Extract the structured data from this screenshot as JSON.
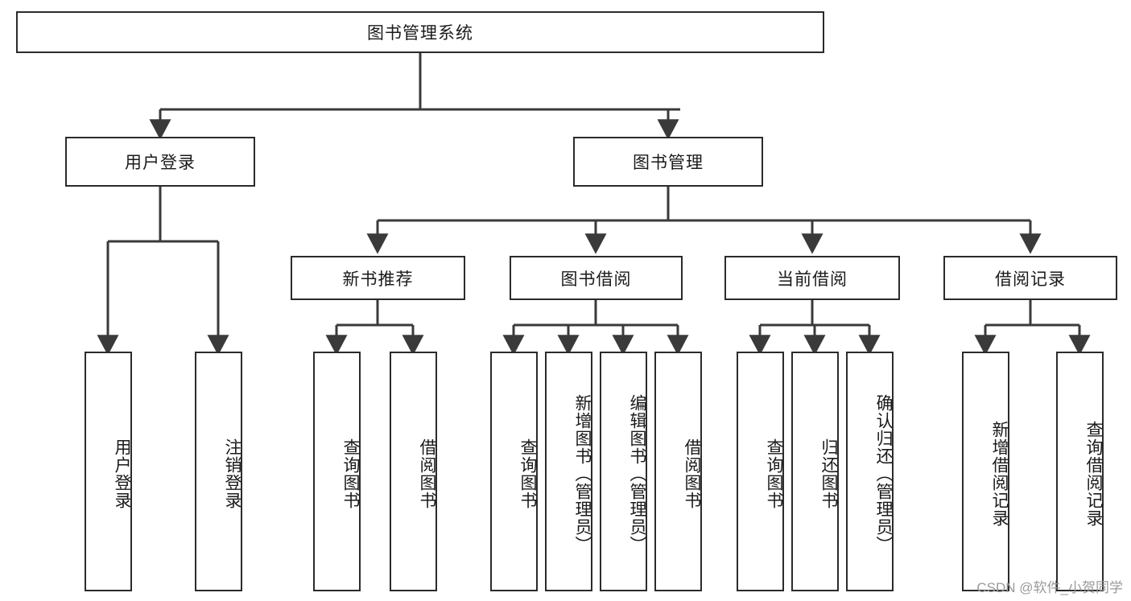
{
  "diagram": {
    "title": "图书管理系统",
    "type": "hierarchy-tree",
    "watermark": "CSDN @软件_小贺同学",
    "colors": {
      "box_border": "#2b2b2b",
      "box_fill": "#ffffff",
      "connector": "#3a3a3a",
      "text": "#1a1a1a",
      "watermark": "#9a9a9a"
    },
    "root": {
      "label": "图书管理系统"
    },
    "level2": [
      {
        "id": "user-login",
        "label": "用户登录"
      },
      {
        "id": "book-management",
        "label": "图书管理"
      }
    ],
    "level3": [
      {
        "id": "new-book-recommend",
        "label": "新书推荐"
      },
      {
        "id": "book-borrow",
        "label": "图书借阅"
      },
      {
        "id": "current-borrow",
        "label": "当前借阅"
      },
      {
        "id": "borrow-record",
        "label": "借阅记录"
      }
    ],
    "leaves": {
      "user-login": [
        {
          "id": "leaf-user-login",
          "label": "用户登录"
        },
        {
          "id": "leaf-logout-login",
          "label": "注销登录"
        }
      ],
      "new-book-recommend": [
        {
          "id": "leaf-query-book-1",
          "label": "查询图书"
        },
        {
          "id": "leaf-borrow-book-1",
          "label": "借阅图书"
        }
      ],
      "book-borrow": [
        {
          "id": "leaf-query-book-2",
          "label": "查询图书"
        },
        {
          "id": "leaf-add-book",
          "label": "新增图书（管理员）"
        },
        {
          "id": "leaf-edit-book",
          "label": "编辑图书（管理员）"
        },
        {
          "id": "leaf-borrow-book-2",
          "label": "借阅图书"
        }
      ],
      "current-borrow": [
        {
          "id": "leaf-query-book-3",
          "label": "查询图书"
        },
        {
          "id": "leaf-return-book",
          "label": "归还图书"
        },
        {
          "id": "leaf-confirm-return",
          "label": "确认归还（管理员）"
        }
      ],
      "borrow-record": [
        {
          "id": "leaf-add-record",
          "label": "新增借阅记录"
        },
        {
          "id": "leaf-query-record",
          "label": "查询借阅记录"
        }
      ]
    }
  }
}
